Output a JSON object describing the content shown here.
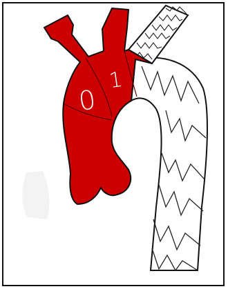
{
  "diagram": {
    "zones": [
      {
        "id": "zone-0",
        "label": "0"
      },
      {
        "id": "zone-1",
        "label": "1"
      }
    ],
    "colors": {
      "aorta_native": "#cc0000",
      "stent_graft": "#ffffff",
      "outline": "#111111",
      "zone_divider": "#5a0000",
      "zone_label": "#ffffff"
    }
  }
}
